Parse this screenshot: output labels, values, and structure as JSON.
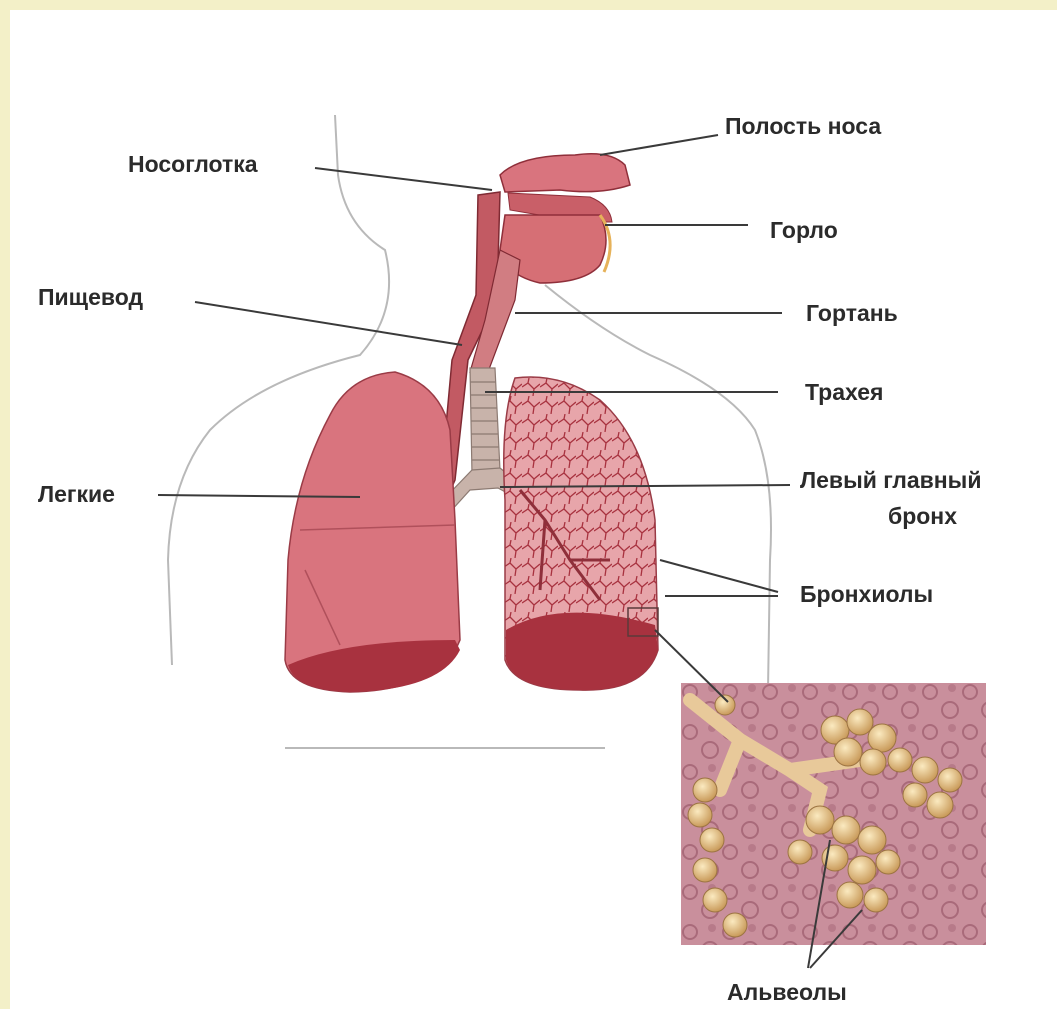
{
  "labels": {
    "nasal_cavity": "Полость носа",
    "nasopharynx": "Носоглотка",
    "throat": "Горло",
    "esophagus": "Пищевод",
    "larynx": "Гортань",
    "trachea": "Трахея",
    "lungs": "Легкие",
    "left_main_bronchus_line1": "Левый главный",
    "left_main_bronchus_line2": "бронх",
    "bronchioles": "Бронхиолы",
    "alveoli": "Альвеолы"
  },
  "colors": {
    "page_border": "#f3f0c8",
    "lung": "#d9747e",
    "lung_dark": "#a8323f",
    "trachea": "#c8b3aa",
    "alveoli": "#e9c98e",
    "tissue": "#c98f9c"
  }
}
